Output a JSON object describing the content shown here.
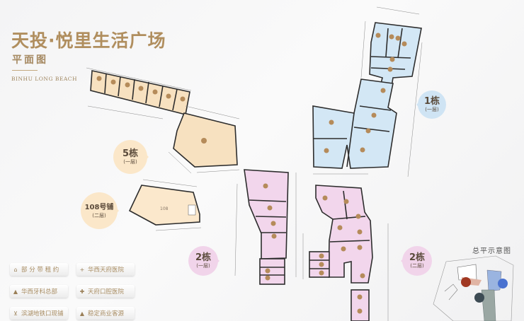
{
  "header": {
    "title": "天投·悦里生活广场",
    "subtitle": "平面图",
    "english": "BINHU LONG BEACH"
  },
  "tags": [
    {
      "icon": "home-icon",
      "glyph": "⌂",
      "label": "部 分 带 租 约"
    },
    {
      "icon": "plus-icon",
      "glyph": "+",
      "label": "华西天府医院"
    },
    {
      "icon": "tooth-icon",
      "glyph": "▲",
      "label": "华西牙科总部"
    },
    {
      "icon": "dental-icon",
      "glyph": "✚",
      "label": "天府口腔医院"
    },
    {
      "icon": "cart-icon",
      "glyph": "⊻",
      "label": "滨湖地铁口现铺"
    },
    {
      "icon": "person-icon",
      "glyph": "▲",
      "label": "稳定商业客源"
    }
  ],
  "buildings": {
    "b5": {
      "name": "5栋",
      "floor": "(一层)",
      "color": "#fae6c6"
    },
    "s108": {
      "name": "108号铺",
      "floor": "(二层)",
      "color": "#fbe8cc",
      "unit_label": "108"
    },
    "b1": {
      "name": "1栋",
      "floor": "(一层)",
      "color": "#d3e7f5"
    },
    "b2a": {
      "name": "2栋",
      "floor": "(一层)",
      "color": "#f2d6ec"
    },
    "b2b": {
      "name": "2栋",
      "floor": "(二层)",
      "color": "#f2d6ec"
    }
  },
  "site_plan": {
    "title": "总平示意图"
  },
  "colors": {
    "gold": "#b08e5e",
    "peach": "#f7e1c0",
    "blue": "#cfe3f3",
    "pink": "#efd4ea",
    "marker": "#b58b5a"
  }
}
